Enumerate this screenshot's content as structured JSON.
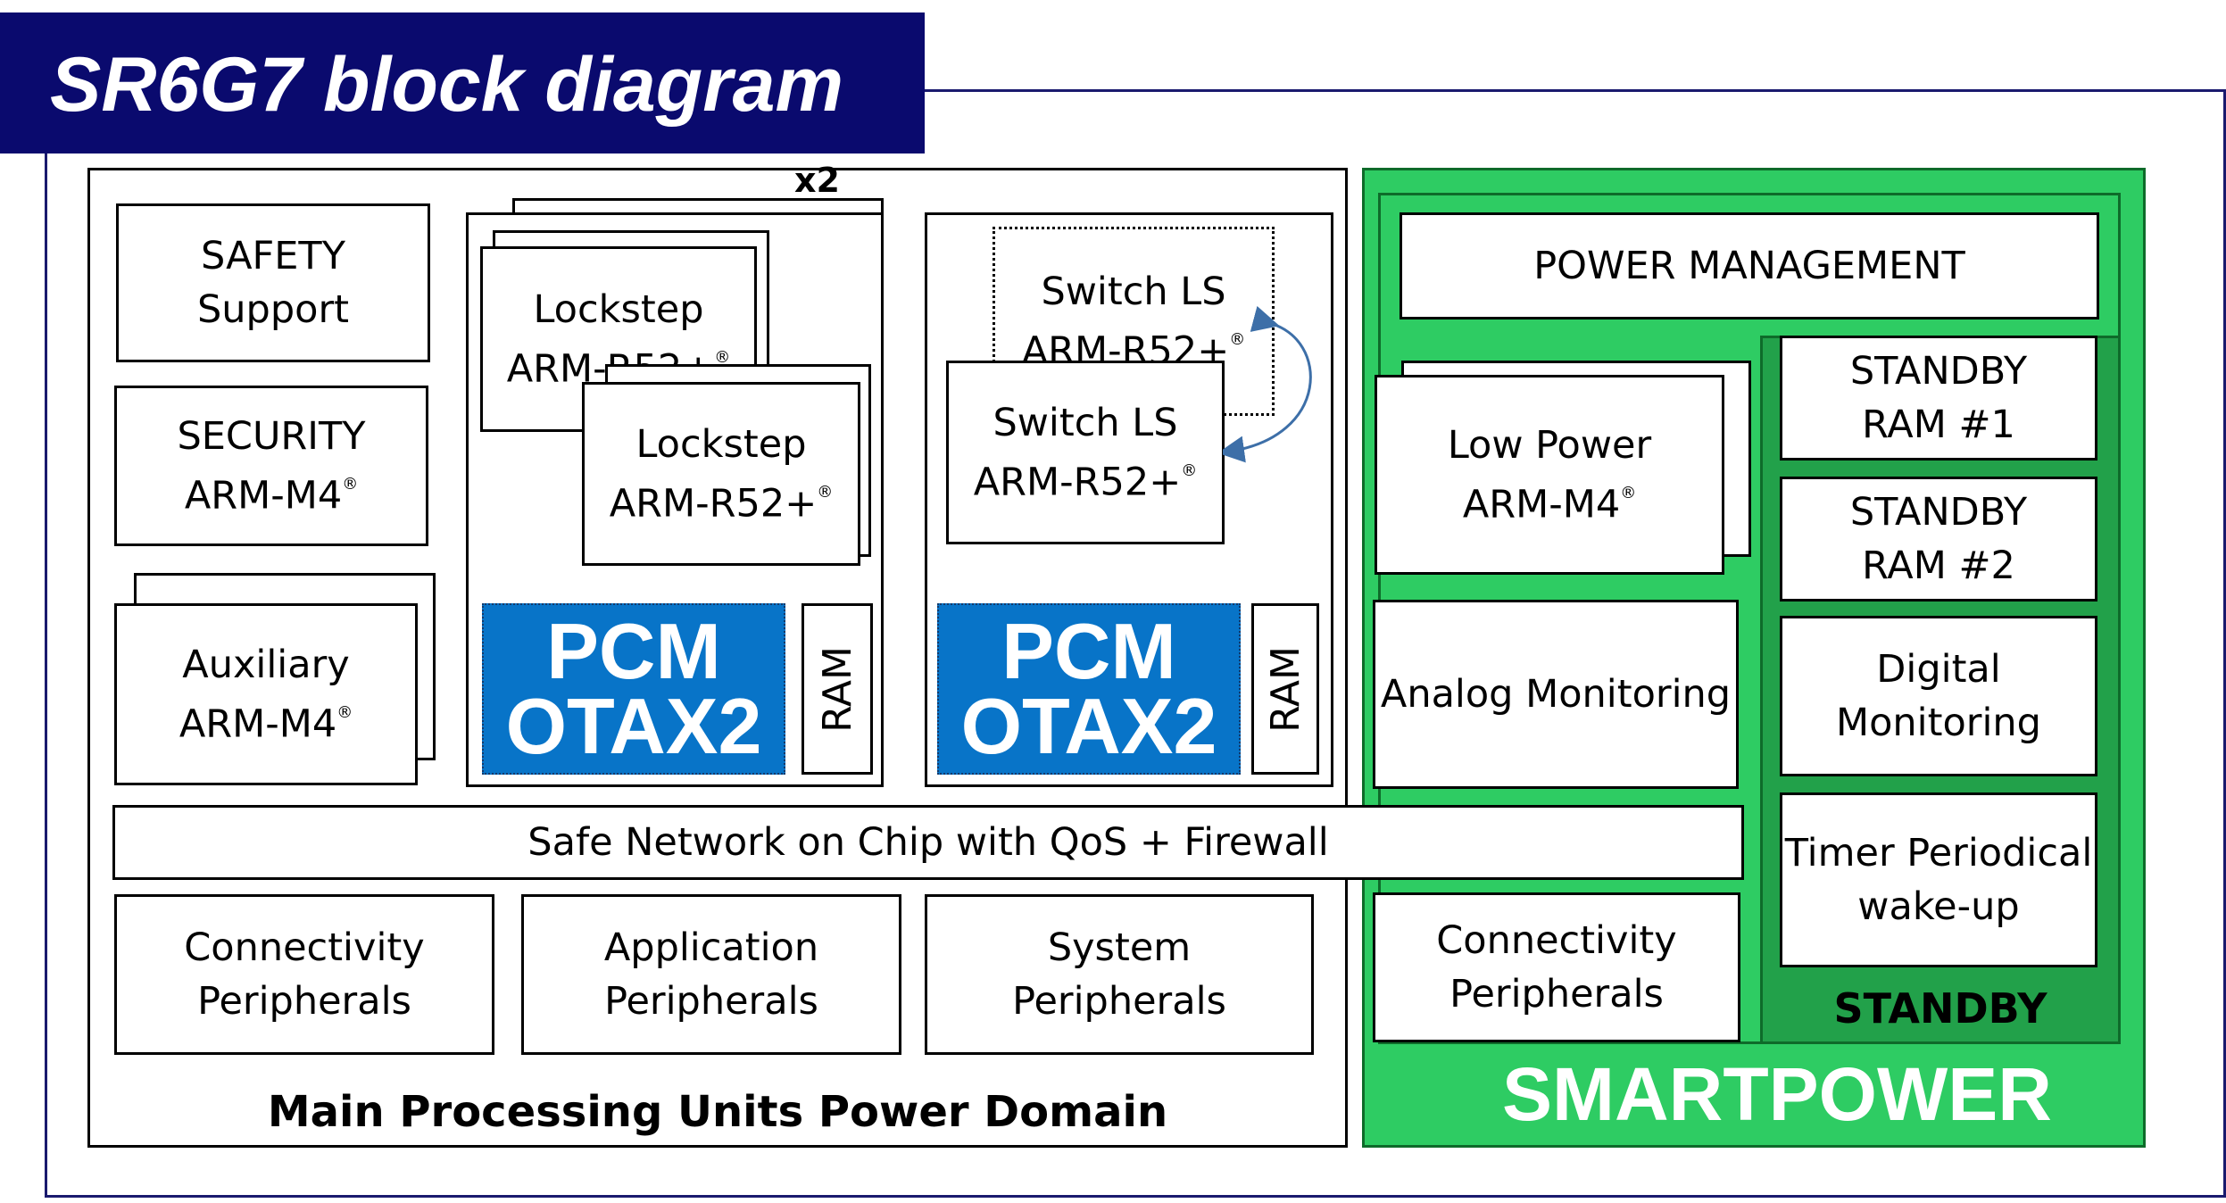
{
  "title": "SR6G7 block diagram",
  "colors": {
    "title_bg": "#0a0a6e",
    "frame": "#1a1a6e",
    "pcm_blue": "#0874c8",
    "smartpower_green": "#2ecc63",
    "standby_green": "#22a14a"
  },
  "main_domain": {
    "label": "Main Processing Units Power Domain",
    "safety": [
      "SAFETY",
      "Support"
    ],
    "security": [
      "SECURITY",
      "ARM-M4"
    ],
    "auxiliary": [
      "Auxiliary",
      "ARM-M4"
    ],
    "lockstep_group": {
      "multiplier": "x2",
      "core_a": [
        "Lockstep",
        "ARM-R52+"
      ],
      "core_b": [
        "Lockstep",
        "ARM-R52+"
      ],
      "pcm": [
        "PCM",
        "OTAX2"
      ],
      "ram": "RAM"
    },
    "switch_group": {
      "core_a": [
        "Switch LS",
        "ARM-R52+"
      ],
      "core_b": [
        "Switch LS",
        "ARM-R52+"
      ],
      "pcm": [
        "PCM",
        "OTAX2"
      ],
      "ram": "RAM"
    },
    "noc": "Safe Network on Chip with QoS + Firewall",
    "peripherals": {
      "connectivity": [
        "Connectivity",
        "Peripherals"
      ],
      "application": [
        "Application",
        "Peripherals"
      ],
      "system": [
        "System",
        "Peripherals"
      ]
    }
  },
  "smartpower": {
    "label": "SMARTPOWER",
    "power_management": "POWER MANAGEMENT",
    "low_power": [
      "Low Power",
      "ARM-M4"
    ],
    "analog_monitoring": "Analog Monitoring",
    "connectivity": [
      "Connectivity",
      "Peripherals"
    ],
    "standby": {
      "label": "STANDBY",
      "ram1": [
        "STANDBY",
        "RAM #1"
      ],
      "ram2": [
        "STANDBY",
        "RAM #2"
      ],
      "digital_monitoring": [
        "Digital",
        "Monitoring"
      ],
      "timer": [
        "Timer Periodical",
        "wake-up"
      ]
    }
  },
  "registered_mark": "®"
}
